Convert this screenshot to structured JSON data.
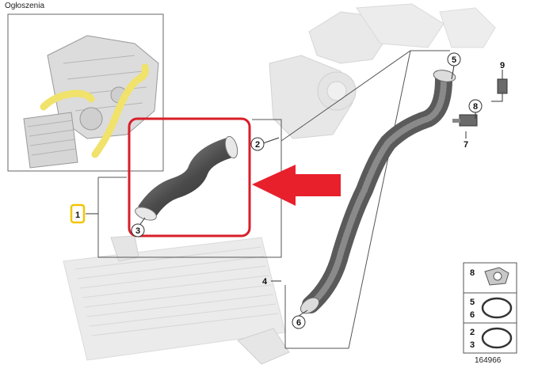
{
  "header": {
    "label": "Ogłoszenia"
  },
  "diagram": {
    "callouts": [
      {
        "id": "1",
        "text": "1",
        "highlighted": true
      },
      {
        "id": "2",
        "text": "2"
      },
      {
        "id": "3",
        "text": "3"
      },
      {
        "id": "4",
        "text": "4"
      },
      {
        "id": "5",
        "text": "5"
      },
      {
        "id": "6",
        "text": "6"
      },
      {
        "id": "7",
        "text": "7"
      },
      {
        "id": "8",
        "text": "8"
      },
      {
        "id": "9",
        "text": "9"
      }
    ],
    "legend": [
      {
        "label": "8"
      },
      {
        "label": "5"
      },
      {
        "label": "6"
      },
      {
        "label": "2"
      },
      {
        "label": "3"
      }
    ],
    "doc_number": "164966"
  },
  "colors": {
    "highlight_box": "#d81e2a",
    "arrow": "#e8202c",
    "callout_highlight": "#f2c400",
    "engine_highlight": "#f0e26a"
  }
}
